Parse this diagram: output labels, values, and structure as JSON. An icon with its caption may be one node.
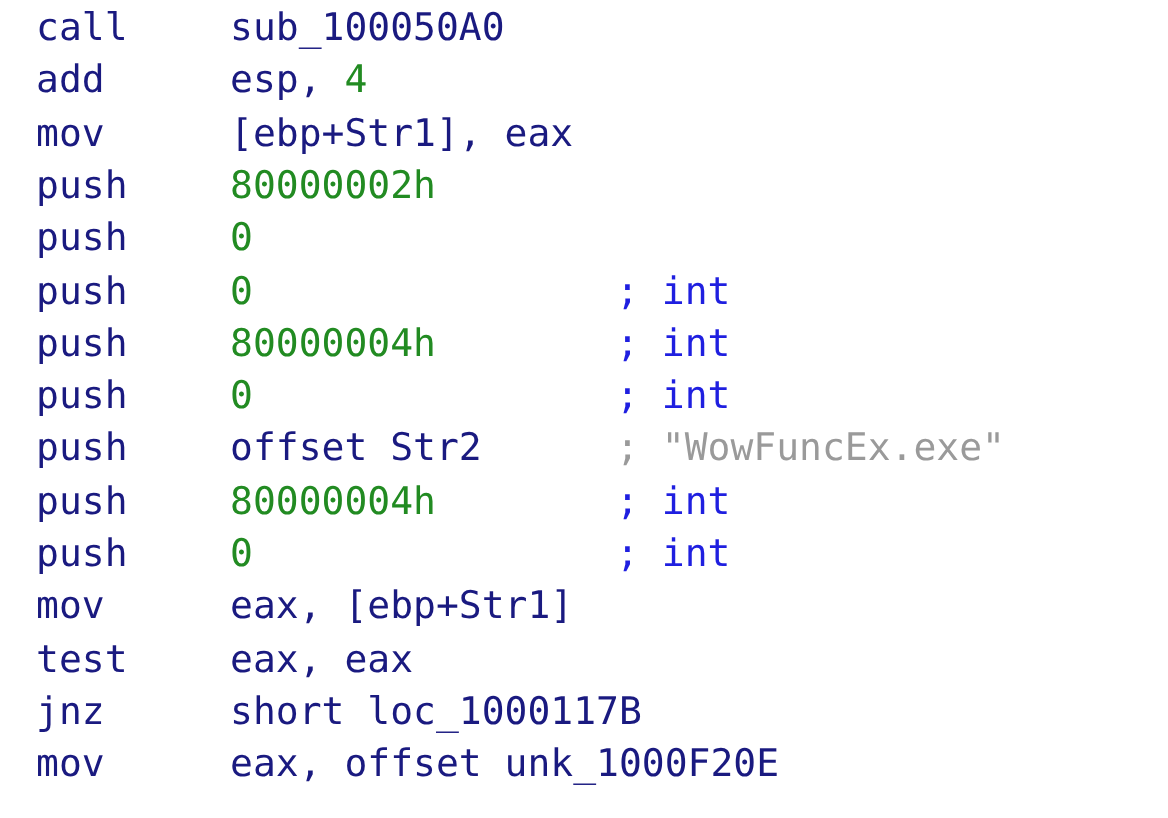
{
  "diagram": {
    "labels": [
      "call",
      "sub_100050A0",
      "add",
      "esp, 4",
      "mov",
      "[ebp+Str1], eax",
      "push",
      "80000002h",
      "push",
      "0",
      "push",
      "0",
      "; int",
      "push",
      "80000004h",
      "; int",
      "push",
      "0",
      "; int",
      "push",
      "offset Str2",
      "; \"WowFuncEx.exe\"",
      "push",
      "80000004h",
      "; int",
      "push",
      "0",
      "; int",
      "mov",
      "eax, [ebp+Str1]",
      "test",
      "eax, eax",
      "jnz",
      "short loc_1000117B",
      "mov",
      "eax, offset unk_1000F20E"
    ]
  }
}
